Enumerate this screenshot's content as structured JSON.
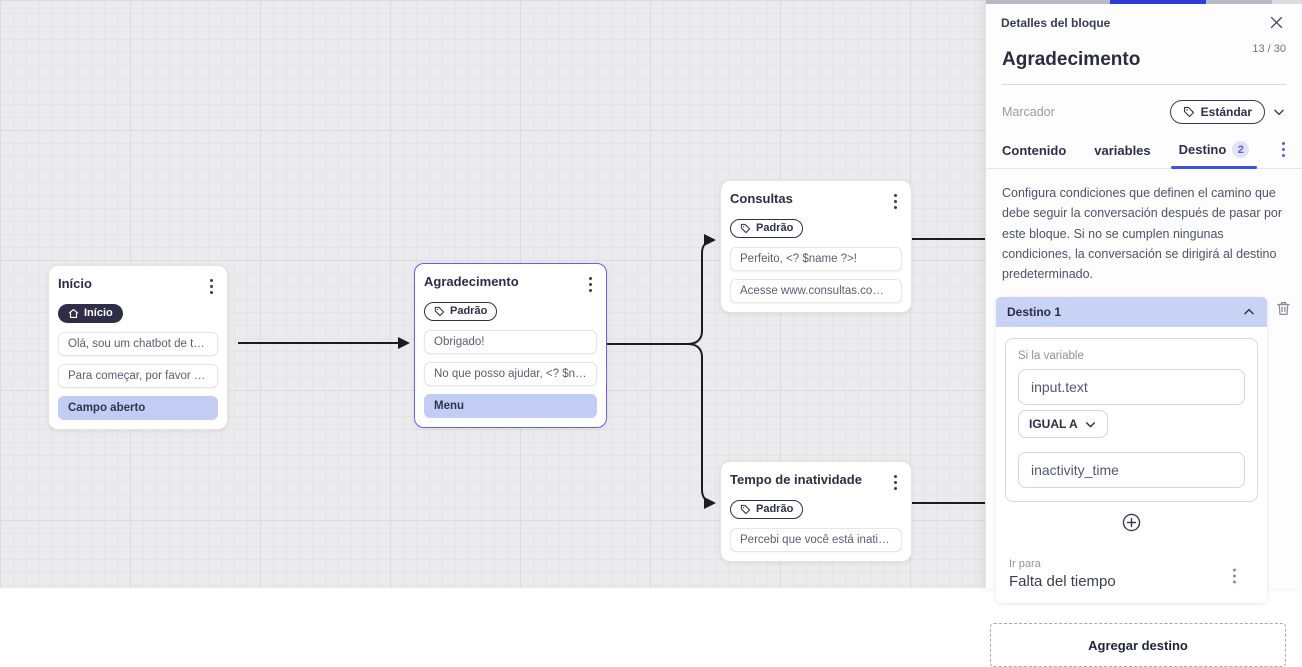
{
  "canvas": {
    "nodes": [
      {
        "title": "Início",
        "badge": {
          "label": "Início"
        },
        "rows": [
          "Olá, sou um chatbot de teste!",
          "Para começar, por favor digite o ...",
          "Campo aberto"
        ]
      },
      {
        "title": "Agradecimento",
        "badge": {
          "label": "Padrão"
        },
        "rows": [
          "Obrigado!",
          "No que posso ajudar, <? $name ...",
          "Menu"
        ]
      },
      {
        "title": "Consultas",
        "badge": {
          "label": "Padrão"
        },
        "rows": [
          "Perfeito, <? $name ?>!",
          "Acesse www.consultas.com par..."
        ]
      },
      {
        "title": "Tempo de inatividade",
        "badge": {
          "label": "Padrão"
        },
        "rows": [
          "Percebi que você está inativo. C..."
        ]
      }
    ]
  },
  "panel": {
    "header_title": "Detalles del bloque",
    "block_name": "Agradecimento",
    "block_counter": "13 / 30",
    "marker_label": "Marcador",
    "marker_value": "Estándar",
    "tabs": [
      {
        "label": "Contenido"
      },
      {
        "label": "variables"
      },
      {
        "label": "Destino",
        "badge": "2"
      }
    ],
    "description": "Configura condiciones que definen el camino que debe seguir la conversación después de pasar por este bloque. Si no se cumplen ningunas condiciones, la conversación se dirigirá al destino predeterminado.",
    "destination": {
      "title": "Destino 1",
      "condition_label": "Si la variable",
      "variable_value": "input.text",
      "operator_value": "IGUAL A",
      "compare_value": "inactivity_time",
      "goto_label": "Ir para",
      "goto_value": "Falta del tiempo"
    },
    "add_destination_label": "Agregar destino"
  },
  "colors": {
    "accent_purple": "#6458ee",
    "selected_node_border": "#6e5cf6",
    "tab_underline": "#3d51e8",
    "highlight_row": "#c3cdf4",
    "destination_header": "#c7d2f5",
    "dark_badge": "#2e2e48",
    "edge": "#1c1c1c",
    "strip_blue": "#2b3cd8"
  }
}
